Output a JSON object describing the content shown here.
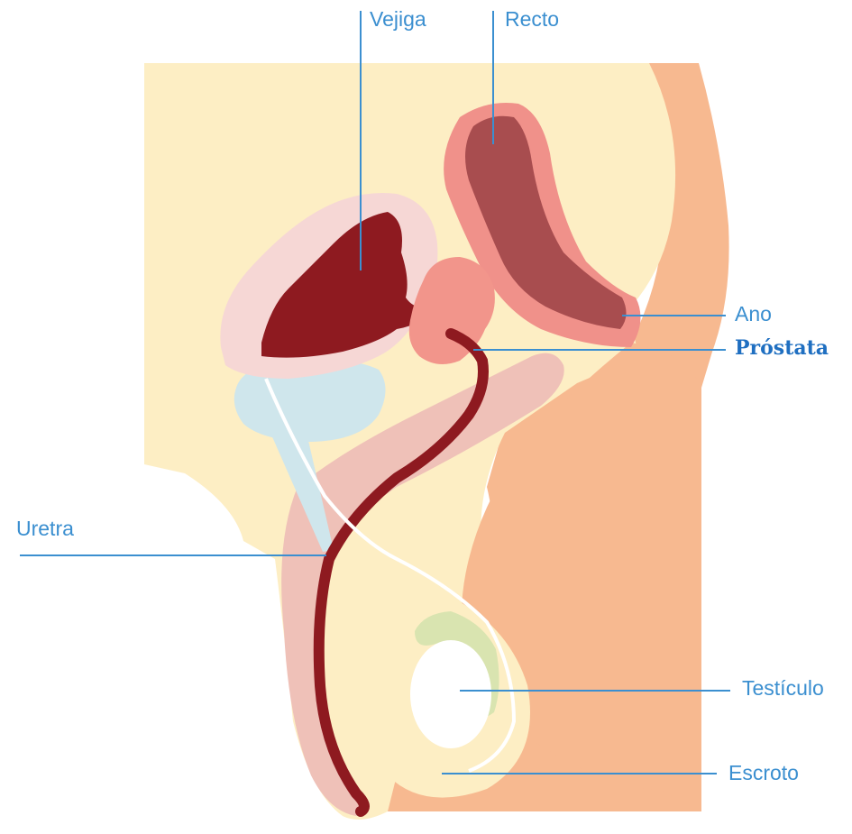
{
  "diagram": {
    "labels": {
      "vejiga": "Vejiga",
      "recto": "Recto",
      "ano": "Ano",
      "prostata": "Próstata",
      "uretra": "Uretra",
      "testiculo": "Testículo",
      "escroto": "Escroto"
    },
    "highlighted_label": "prostata",
    "colors": {
      "body": "#fdeec4",
      "skin": "#f7b990",
      "bladder_wall": "#f6d7d5",
      "bladder_inner": "#8e1a20",
      "rectum_outer": "#f0918a",
      "rectum_inner": "#a84d4f",
      "prostate": "#f2958b",
      "penis_tissue": "#efc1b8",
      "seminal_vesicle": "#cfe6ec",
      "testicle": "#ffffff",
      "epididymis": "#d9e4b0",
      "urethra": "#8e1a20",
      "vas_deferens": "#ffffff",
      "leader_line": "#3b8fd0",
      "label_text": "#3b8fd0",
      "highlight_text": "#1f6fc1"
    }
  }
}
